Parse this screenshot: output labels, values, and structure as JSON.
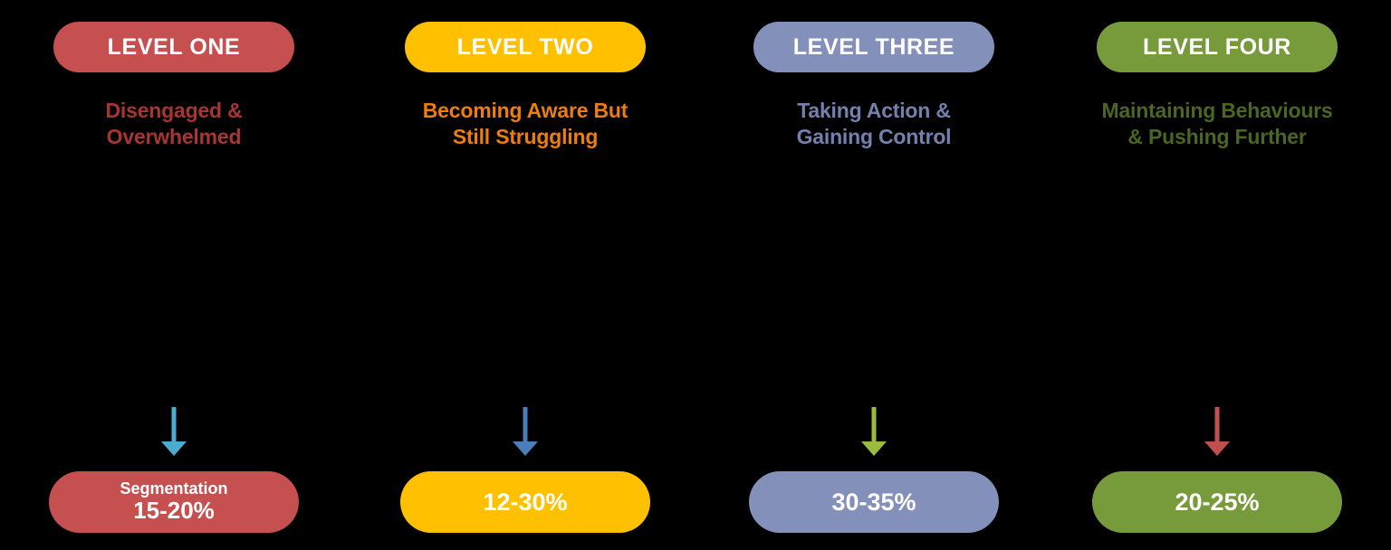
{
  "background_color": "#000000",
  "columns": [
    {
      "level_label": "LEVEL ONE",
      "level_pill_color": "#c5504f",
      "subtitle_line1": "Disengaged &",
      "subtitle_line2": "Overwhelmed",
      "subtitle_color": "#a53634",
      "arrow_icon": "arrow-down-icon",
      "arrow_color": "#4bacd0",
      "stat_caption": "Segmentation",
      "stat_value": "15-20%",
      "stat_pill_color": "#c5504f"
    },
    {
      "level_label": "LEVEL TWO",
      "level_pill_color": "#ffc000",
      "subtitle_line1": "Becoming Aware But",
      "subtitle_line2": "Still Struggling",
      "subtitle_color": "#ed7d0f",
      "arrow_icon": "arrow-down-icon",
      "arrow_color": "#4a7ebb",
      "stat_caption": "",
      "stat_value": "12-30%",
      "stat_pill_color": "#ffc000"
    },
    {
      "level_label": "LEVEL THREE",
      "level_pill_color": "#8390b9",
      "subtitle_line1": "Taking Action &",
      "subtitle_line2": "Gaining Control",
      "subtitle_color": "#7481ae",
      "arrow_icon": "arrow-down-icon",
      "arrow_color": "#9cbb3e",
      "stat_caption": "",
      "stat_value": "30-35%",
      "stat_pill_color": "#8390b9"
    },
    {
      "level_label": "LEVEL FOUR",
      "level_pill_color": "#779b3b",
      "subtitle_line1": "Maintaining Behaviours",
      "subtitle_line2": "& Pushing Further",
      "subtitle_color": "#4a6622",
      "arrow_icon": "arrow-down-icon",
      "arrow_color": "#c0504d",
      "stat_caption": "",
      "stat_value": "20-25%",
      "stat_pill_color": "#779b3b"
    }
  ]
}
